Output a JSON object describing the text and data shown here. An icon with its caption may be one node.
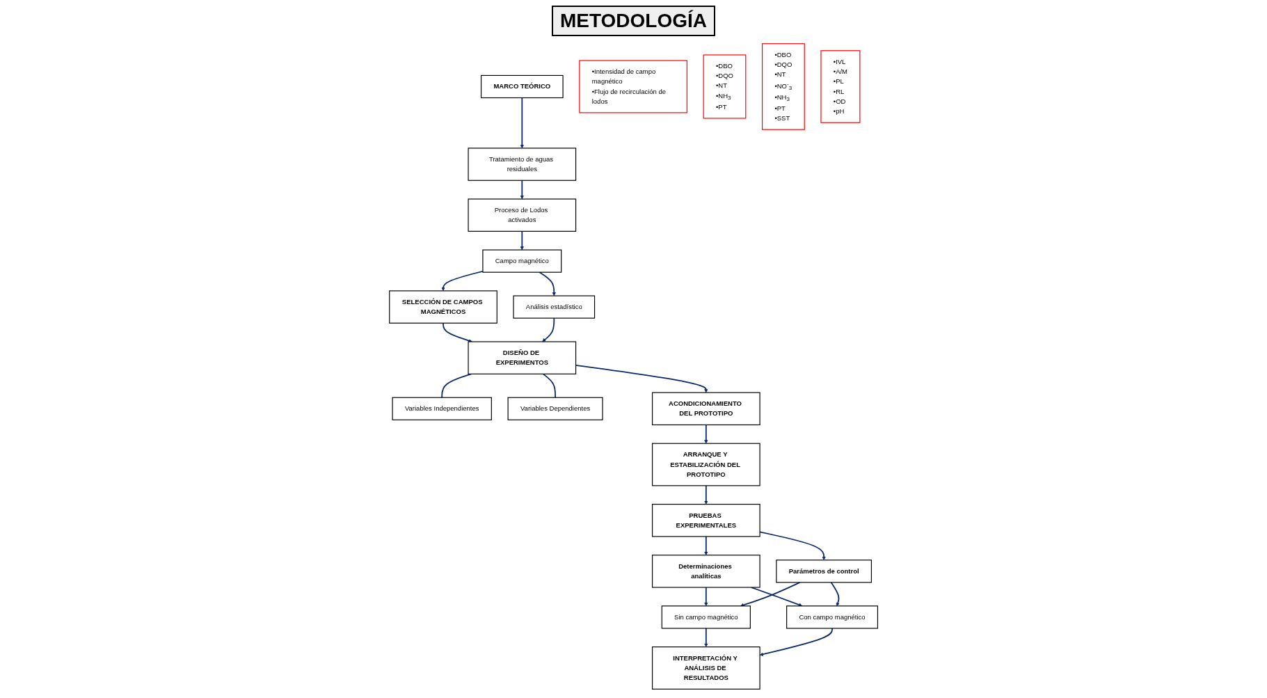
{
  "diagram": {
    "title": "METODOLOGÍA",
    "nodes": [
      {
        "text": [
          "MARCO TEÓRICO"
        ]
      },
      {
        "text": [
          "Tratamiento de aguas residuales"
        ]
      },
      {
        "text": [
          "Proceso de Lodos activados"
        ]
      },
      {
        "text": [
          "Campo magnético"
        ]
      },
      {
        "text": [
          "Análisis estadístico"
        ]
      },
      {
        "text": [
          "SELECCIÓN DE CAMPOS MAGNÉTICOS"
        ]
      },
      {
        "text": [
          "DISEÑO DE EXPERIMENTOS"
        ]
      },
      {
        "text": [
          "Variables Independientes"
        ]
      },
      {
        "text": [
          "Variables Dependientes"
        ]
      },
      {
        "text": [
          "•Intensidad de campo magnético",
          "•Flujo de recirculación de lodos"
        ]
      },
      {
        "text": [
          "•DBO",
          "•DQO",
          "•NT",
          "•NH$_{3}$",
          "•PT"
        ]
      },
      {
        "text": [
          "ACONDICIONAMIENTO DEL PROTOTIPO"
        ]
      },
      {
        "text": [
          "ARRANQUE Y ESTABILIZACIÓN DEL PROTOTIPO"
        ]
      },
      {
        "text": [
          "PRUEBAS EXPERIMENTALES"
        ]
      },
      {
        "text": [
          "Determinaciones analíticas"
        ]
      },
      {
        "text": [
          "Parámetros de control"
        ]
      },
      {
        "text": [
          "•DBO",
          "•DQO",
          "•NT",
          "•NO$^{-}$$_{3}$",
          "•NH$_{3}$",
          "•PT",
          "•SST"
        ]
      },
      {
        "text": [
          "•IVL",
          "•A/M",
          "•PL",
          "•RL",
          "•OD",
          "•pH"
        ]
      },
      {
        "text": [
          "Sin campo magnético"
        ]
      },
      {
        "text": [
          "Con campo magnético"
        ]
      },
      {
        "text": [
          "INTERPRETACIÓN Y ANÁLISIS DE RESULTADOS"
        ]
      }
    ],
    "edges": [
      {
        "from": 0,
        "to": 1,
        "arrow": "to"
      },
      {
        "from": 1,
        "to": 2,
        "arrow": "to"
      },
      {
        "from": 2,
        "to": 3,
        "arrow": "to"
      },
      {
        "from": 3,
        "to": 5,
        "arrow": "to"
      },
      {
        "from": 3,
        "to": 4,
        "arrow": "to"
      },
      {
        "from": 5,
        "to": 6,
        "arrow": "to"
      },
      {
        "from": 4,
        "to": 6,
        "arrow": "to"
      },
      {
        "from": 6,
        "to": 7,
        "arrow": "none"
      },
      {
        "from": 6,
        "to": 8,
        "arrow": "none"
      },
      {
        "from": 6,
        "to": 11,
        "arrow": "to"
      },
      {
        "from": 11,
        "to": 12,
        "arrow": "to"
      },
      {
        "from": 12,
        "to": 13,
        "arrow": "to"
      },
      {
        "from": 13,
        "to": 14,
        "arrow": "to"
      },
      {
        "from": 13,
        "to": 15,
        "arrow": "to"
      },
      {
        "from": 14,
        "to": 18,
        "arrow": "to"
      },
      {
        "from": 14,
        "to": 19,
        "arrow": "to"
      },
      {
        "from": 15,
        "to": 18,
        "arrow": "to"
      },
      {
        "from": 15,
        "to": 19,
        "arrow": "to"
      },
      {
        "from": 18,
        "to": 20,
        "arrow": "to"
      },
      {
        "from": 19,
        "to": 20,
        "arrow": "to"
      }
    ]
  }
}
